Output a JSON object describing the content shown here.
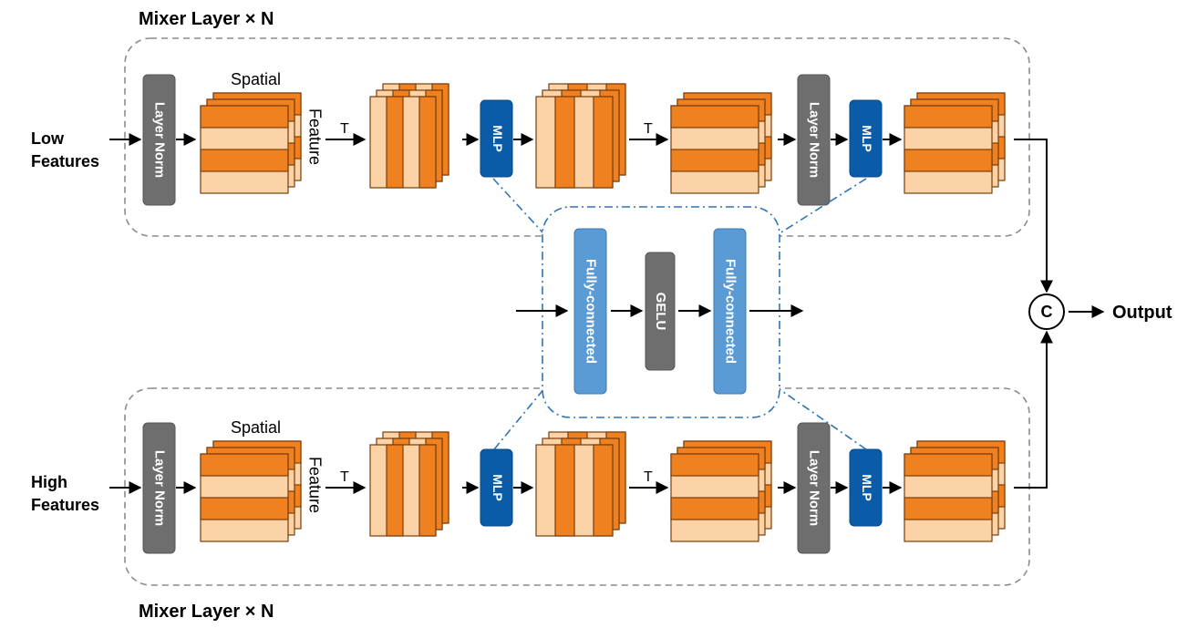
{
  "top_section": {
    "title": "Mixer Layer × N",
    "input_label_line1": "Low",
    "input_label_line2": "Features",
    "layer_norm_1": "Layer Norm",
    "spatial_label": "Spatial",
    "feature_label": "Feature",
    "transpose_1": "T",
    "mlp_1": "MLP",
    "transpose_2": "T",
    "layer_norm_2": "Layer Norm",
    "mlp_2": "MLP"
  },
  "bottom_section": {
    "title": "Mixer Layer × N",
    "input_label_line1": "High",
    "input_label_line2": "Features",
    "layer_norm_1": "Layer Norm",
    "spatial_label": "Spatial",
    "feature_label": "Feature",
    "transpose_1": "T",
    "mlp_1": "MLP",
    "transpose_2": "T",
    "layer_norm_2": "Layer Norm",
    "mlp_2": "MLP"
  },
  "mlp_detail": {
    "fc_1": "Fully-connected",
    "activation": "GELU",
    "fc_2": "Fully-connected"
  },
  "concat": {
    "symbol": "C",
    "output_label": "Output"
  },
  "colors": {
    "orange_dark": "#F08120",
    "orange_light": "#FBD3A6",
    "outline_brown": "#7A3E0C",
    "layer_norm_gray": "#6E6E6E",
    "mlp_blue": "#0A5CA8",
    "fc_light_blue": "#5B9BD5",
    "dashdot_blue": "#2E75B6",
    "dashed_gray": "#8C8C8C"
  }
}
